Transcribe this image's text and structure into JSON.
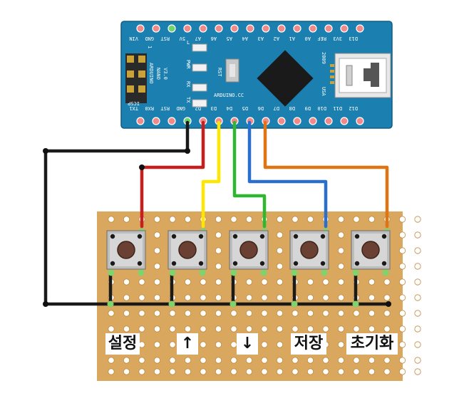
{
  "board": {
    "name": "ARDUINO",
    "model": "NANO",
    "version": "V3.0",
    "site": "ARDUINO.CC",
    "year": "2009",
    "usa": "USA",
    "icsp": "ICSP",
    "icsp_pin": "1",
    "led_labels": [
      "L",
      "PWR",
      "RX",
      "TX"
    ],
    "reset_label": "RST",
    "top_pins": [
      "VIN",
      "GND",
      "RST",
      "5V",
      "A7",
      "A6",
      "A5",
      "A4",
      "A3",
      "A2",
      "A1",
      "A0",
      "REF",
      "3V3",
      "D13"
    ],
    "bottom_pins": [
      "TX1",
      "RX0",
      "RST",
      "GND",
      "D2",
      "D3",
      "D4",
      "D5",
      "D6",
      "D7",
      "D8",
      "D9",
      "D10",
      "D11",
      "D12"
    ]
  },
  "buttons": {
    "labels": [
      "설정",
      "↑",
      "↓",
      "저장",
      "초기화"
    ]
  },
  "colors": {
    "board": "#1b7fb0",
    "pcb": "#d9a75e",
    "wire_gnd": "#1a1a1a",
    "wire_d2": "#c81e1e",
    "wire_d3": "#ffe600",
    "wire_d4": "#2fb82f",
    "wire_d5": "#2a6fcc",
    "wire_d6": "#e07312"
  }
}
